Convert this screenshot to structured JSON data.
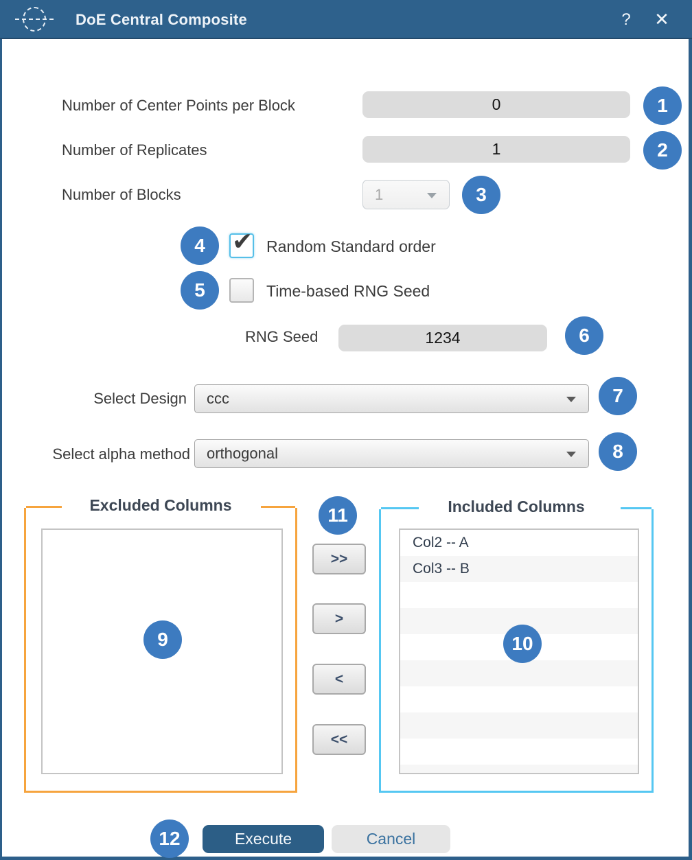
{
  "window": {
    "title": "DoE Central Composite",
    "help_label": "?",
    "close_label": "✕"
  },
  "fields": {
    "center_points": {
      "label": "Number of Center Points per Block",
      "value": "0"
    },
    "replicates": {
      "label": "Number of Replicates",
      "value": "1"
    },
    "blocks": {
      "label": "Number of Blocks",
      "value": "1",
      "enabled": false
    },
    "random_standard_order": {
      "label": "Random Standard order",
      "checked": true
    },
    "time_based_rng_seed": {
      "label": "Time-based RNG Seed",
      "checked": false
    },
    "rng_seed": {
      "label": "RNG Seed",
      "value": "1234"
    },
    "select_design": {
      "label": "Select Design",
      "value": "ccc"
    },
    "select_alpha_method": {
      "label": "Select alpha method",
      "value": "orthogonal"
    }
  },
  "excluded": {
    "title": "Excluded Columns",
    "items": []
  },
  "included": {
    "title": "Included Columns",
    "items": [
      "Col2 -- A",
      "Col3 -- B"
    ]
  },
  "transfer": {
    "move_all_right": ">>",
    "move_right": ">",
    "move_left": "<",
    "move_all_left": "<<"
  },
  "actions": {
    "execute": "Execute",
    "cancel": "Cancel"
  },
  "badges": [
    "1",
    "2",
    "3",
    "4",
    "5",
    "6",
    "7",
    "8",
    "9",
    "10",
    "11",
    "12"
  ],
  "icons": {
    "checkmark": "✔"
  },
  "colors": {
    "titlebar": "#2e618c",
    "badge_blue": "#3d7bc0",
    "excluded_bracket_orange": "#f6a43e",
    "included_bracket_cyan": "#55c7f2",
    "execute_blue": "#2c5e86",
    "input_gray": "#dcdcdc"
  }
}
